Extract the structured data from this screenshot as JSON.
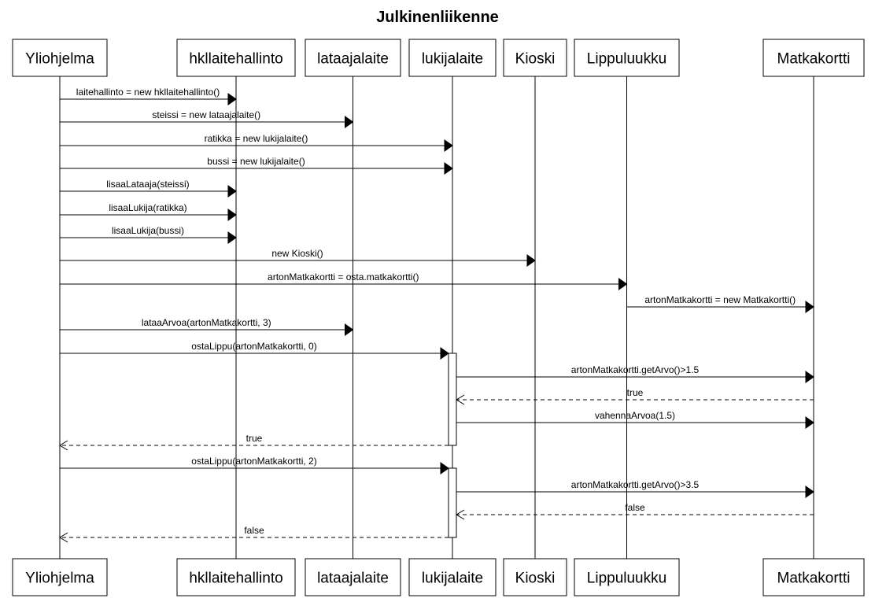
{
  "title": "Julkinenliikenne",
  "participants": [
    {
      "id": "yliohjelma",
      "label": "Yliohjelma"
    },
    {
      "id": "hkllaitehallinto",
      "label": "hkllaitehallinto"
    },
    {
      "id": "lataajalaite",
      "label": "lataajalaite"
    },
    {
      "id": "lukijalaite",
      "label": "lukijalaite"
    },
    {
      "id": "kioski",
      "label": "Kioski"
    },
    {
      "id": "lippuluukku",
      "label": "Lippuluukku"
    },
    {
      "id": "matkakortti",
      "label": "Matkakortti"
    }
  ],
  "messages": [
    {
      "from": "yliohjelma",
      "to": "hkllaitehallinto",
      "label": "laitehallinto = new hkllaitehallinto()",
      "type": "sync"
    },
    {
      "from": "yliohjelma",
      "to": "lataajalaite",
      "label": "steissi = new lataajalaite()",
      "type": "sync"
    },
    {
      "from": "yliohjelma",
      "to": "lukijalaite",
      "label": "ratikka = new lukijalaite()",
      "type": "sync"
    },
    {
      "from": "yliohjelma",
      "to": "lukijalaite",
      "label": "bussi = new lukijalaite()",
      "type": "sync"
    },
    {
      "from": "yliohjelma",
      "to": "hkllaitehallinto",
      "label": "lisaaLataaja(steissi)",
      "type": "sync"
    },
    {
      "from": "yliohjelma",
      "to": "hkllaitehallinto",
      "label": "lisaaLukija(ratikka)",
      "type": "sync"
    },
    {
      "from": "yliohjelma",
      "to": "hkllaitehallinto",
      "label": "lisaaLukija(bussi)",
      "type": "sync"
    },
    {
      "from": "yliohjelma",
      "to": "kioski",
      "label": "new Kioski()",
      "type": "sync"
    },
    {
      "from": "yliohjelma",
      "to": "lippuluukku",
      "label": "artonMatkakortti = osta.matkakortti()",
      "type": "sync"
    },
    {
      "from": "lippuluukku",
      "to": "matkakortti",
      "label": "artonMatkakortti = new Matkakortti()",
      "type": "sync"
    },
    {
      "from": "yliohjelma",
      "to": "lataajalaite",
      "label": "lataaArvoa(artonMatkakortti, 3)",
      "type": "sync"
    },
    {
      "from": "yliohjelma",
      "to": "lukijalaite",
      "label": "ostaLippu(artonMatkakortti, 0)",
      "type": "sync"
    },
    {
      "from": "lukijalaite",
      "to": "matkakortti",
      "label": "artonMatkakortti.getArvo()>1.5",
      "type": "sync"
    },
    {
      "from": "matkakortti",
      "to": "lukijalaite",
      "label": "true",
      "type": "return"
    },
    {
      "from": "lukijalaite",
      "to": "matkakortti",
      "label": "vahennaArvoa(1.5)",
      "type": "sync"
    },
    {
      "from": "lukijalaite",
      "to": "yliohjelma",
      "label": "true",
      "type": "return"
    },
    {
      "from": "yliohjelma",
      "to": "lukijalaite",
      "label": "ostaLippu(artonMatkakortti, 2)",
      "type": "sync"
    },
    {
      "from": "lukijalaite",
      "to": "matkakortti",
      "label": "artonMatkakortti.getArvo()>3.5",
      "type": "sync"
    },
    {
      "from": "matkakortti",
      "to": "lukijalaite",
      "label": "false",
      "type": "return"
    },
    {
      "from": "lukijalaite",
      "to": "yliohjelma",
      "label": "false",
      "type": "return"
    }
  ],
  "activations": [
    {
      "participant": "lukijalaite",
      "from_message": 11,
      "to_message": 15
    },
    {
      "participant": "lukijalaite",
      "from_message": 16,
      "to_message": 19
    }
  ]
}
